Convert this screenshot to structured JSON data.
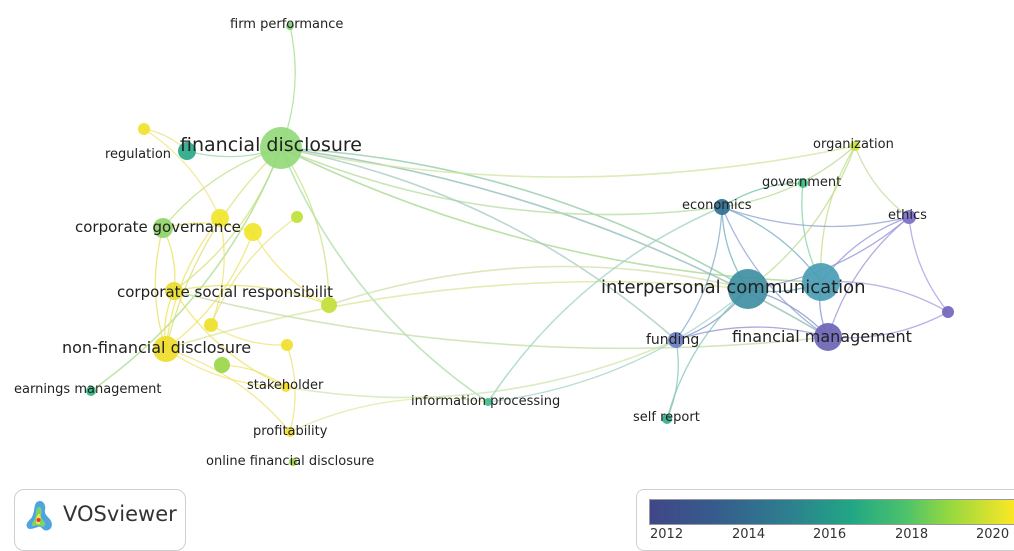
{
  "app": {
    "name": "VOSviewer"
  },
  "nodes": [
    {
      "id": "financial-disclosure",
      "label": "financial disclosure",
      "color": "#93d97a"
    },
    {
      "id": "interpersonal-communication",
      "label": "interpersonal communication",
      "color": "#3f8fa3"
    },
    {
      "id": "interpersonal-communication-2",
      "label": "",
      "color": "#4a9db5"
    },
    {
      "id": "financial-management",
      "label": "financial management",
      "color": "#6c64b5"
    },
    {
      "id": "non-financial-disclosure",
      "label": "non-financial disclosure",
      "color": "#f0dc2a"
    },
    {
      "id": "corporate-social-responsibility",
      "label": "corporate social responsibilit",
      "color": "#e7dc2e"
    },
    {
      "id": "corporate-governance",
      "label": "corporate governance",
      "color": "#8fd46a"
    },
    {
      "id": "regulation",
      "label": "regulation",
      "color": "#2aa889"
    },
    {
      "id": "economics",
      "label": "economics",
      "color": "#2f6f92"
    },
    {
      "id": "government",
      "label": "government",
      "color": "#3fbf7f"
    },
    {
      "id": "organization",
      "label": "organization",
      "color": "#c8e23a"
    },
    {
      "id": "ethics",
      "label": "ethics",
      "color": "#7a6fc7"
    },
    {
      "id": "funding",
      "label": "funding",
      "color": "#6a7ec3"
    },
    {
      "id": "self-report",
      "label": "self report",
      "color": "#2fb08a"
    },
    {
      "id": "information-processing",
      "label": "information processing",
      "color": "#3fbf8a"
    },
    {
      "id": "firm-performance",
      "label": "firm performance",
      "color": "#7fd07a"
    },
    {
      "id": "earnings-management",
      "label": "earnings management",
      "color": "#35b384"
    },
    {
      "id": "stakeholder",
      "label": "stakeholder",
      "color": "#f2e02a"
    },
    {
      "id": "profitability",
      "label": "profitability",
      "color": "#f2e02a"
    },
    {
      "id": "online-financial-disclosure",
      "label": "online financial disclosure",
      "color": "#9bd23e"
    },
    {
      "id": "y1",
      "label": "",
      "color": "#f1e52a"
    },
    {
      "id": "y2",
      "label": "",
      "color": "#f1e52a"
    },
    {
      "id": "y3",
      "label": "",
      "color": "#bfe13a"
    },
    {
      "id": "y4",
      "label": "",
      "color": "#c4de3a"
    },
    {
      "id": "y5",
      "label": "",
      "color": "#efe02c"
    },
    {
      "id": "y6",
      "label": "",
      "color": "#f1e02c"
    },
    {
      "id": "y7",
      "label": "",
      "color": "#9bd645"
    },
    {
      "id": "y8",
      "label": "",
      "color": "#f2e12b"
    },
    {
      "id": "p1",
      "label": "",
      "color": "#7266bd"
    }
  ],
  "legend": {
    "ticks": [
      "2012",
      "2014",
      "2016",
      "2018",
      "2020"
    ],
    "gradient": [
      "#3f4788",
      "#21a685",
      "#fde725"
    ]
  }
}
